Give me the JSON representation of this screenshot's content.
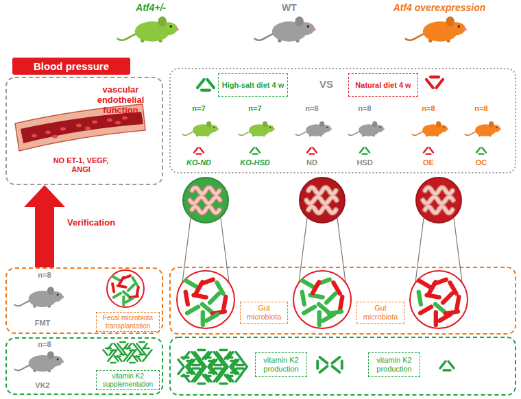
{
  "diagram": {
    "nodes": [
      {
        "text": [
          "Blood pressure"
        ]
      },
      {
        "text": [
          "vascular endothelial function",
          "NO ET-1, VEGF, ANGI"
        ]
      },
      {
        "text": [
          "High-salt diet 4 w"
        ]
      },
      {
        "text": [
          "Natural diet 4 w"
        ]
      },
      {
        "text": [
          "n=8",
          "FMT"
        ]
      },
      {
        "text": [
          "Fecal microbiota transplantation"
        ],
        "in": 4
      },
      {
        "text": [
          "Gut microbiota"
        ]
      },
      {
        "text": [
          "Gut microbiota"
        ]
      },
      {
        "text": [
          "n=8",
          "VK2"
        ]
      },
      {
        "text": [
          "vitamin K2 supplementation"
        ],
        "in": 8
      },
      {
        "text": [
          "vitamin K2 production"
        ]
      },
      {
        "text": [
          "vitamin K2 production"
        ]
      }
    ],
    "edges": [
      {
        "from": 4,
        "to": 1,
        "arrow": "to",
        "label": "Verification"
      }
    ],
    "labels": [
      "Atf4+/-",
      "WT",
      "Atf4 overexpression",
      "VS",
      "n=7",
      "n=7",
      "n=8",
      "n=8",
      "n=8",
      "n=8",
      "KO-ND",
      "KO-HSD",
      "ND",
      "HSD",
      "OE",
      "OC"
    ]
  }
}
